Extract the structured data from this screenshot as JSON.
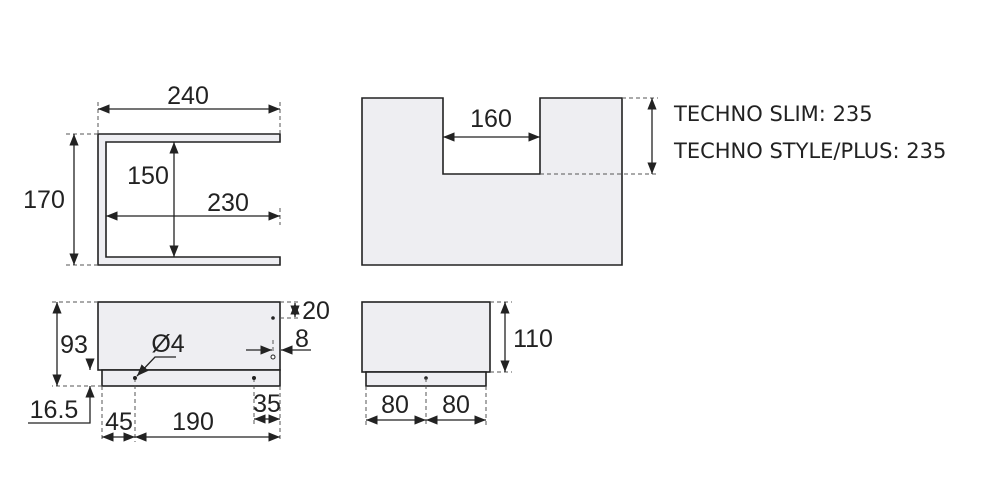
{
  "colors": {
    "fill": "#eeeef2",
    "stroke": "#222222"
  },
  "top_view": {
    "width_outer": "240",
    "height_outer": "170",
    "height_inner": "150",
    "width_inner": "230"
  },
  "front_view": {
    "notch_width": "160",
    "notes": [
      {
        "label": "TECHNO SLIM: ",
        "value": "235"
      },
      {
        "label": "TECHNO STYLE/PLUS: ",
        "value": "235"
      }
    ]
  },
  "side_view": {
    "height": "93",
    "base_height": "16.5",
    "hole_diameter": "Ø4",
    "hole_offset_top": "20",
    "hole_offset_side": "8",
    "left_offset": "45",
    "hole_spacing": "190",
    "right_offset": "35"
  },
  "end_view": {
    "height": "110",
    "half_width_left": "80",
    "half_width_right": "80"
  }
}
